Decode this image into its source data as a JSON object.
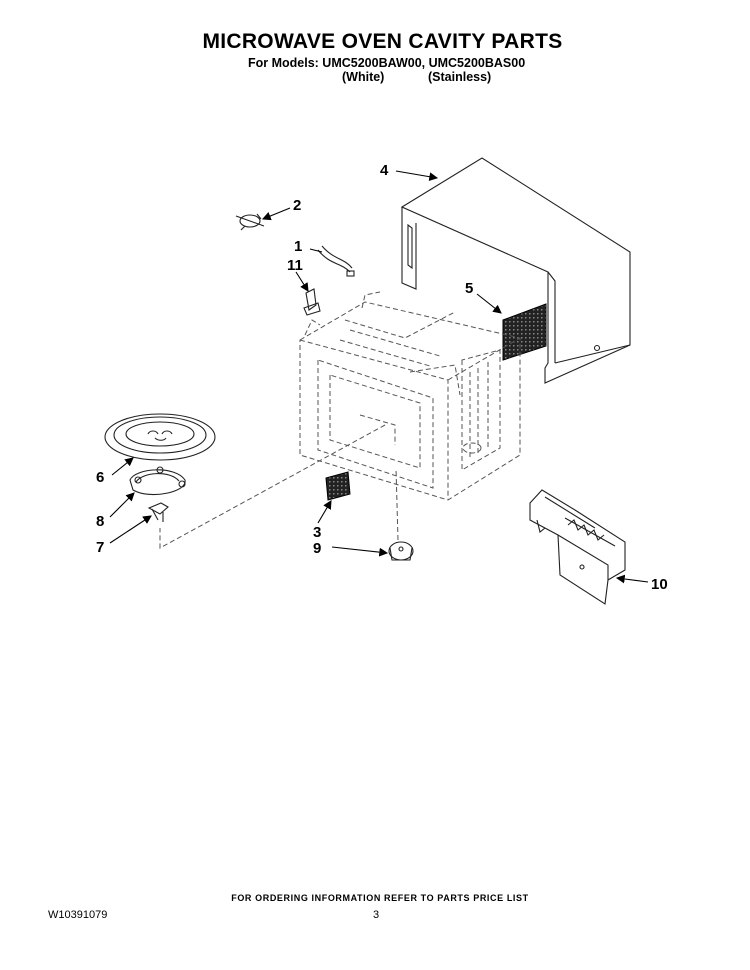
{
  "header": {
    "title": "MICROWAVE OVEN CAVITY PARTS",
    "models": "For Models: UMC5200BAW00, UMC5200BAS00",
    "variant_white": "(White)",
    "variant_stainless": "(Stainless)"
  },
  "callouts": {
    "c1": "1",
    "c2": "2",
    "c3": "3",
    "c4": "4",
    "c5": "5",
    "c6": "6",
    "c7": "7",
    "c8": "8",
    "c9": "9",
    "c10": "10",
    "c11": "11"
  },
  "footer": {
    "note": "FOR ORDERING INFORMATION REFER TO PARTS PRICE LIST",
    "doc_number": "W10391079",
    "page": "3"
  }
}
